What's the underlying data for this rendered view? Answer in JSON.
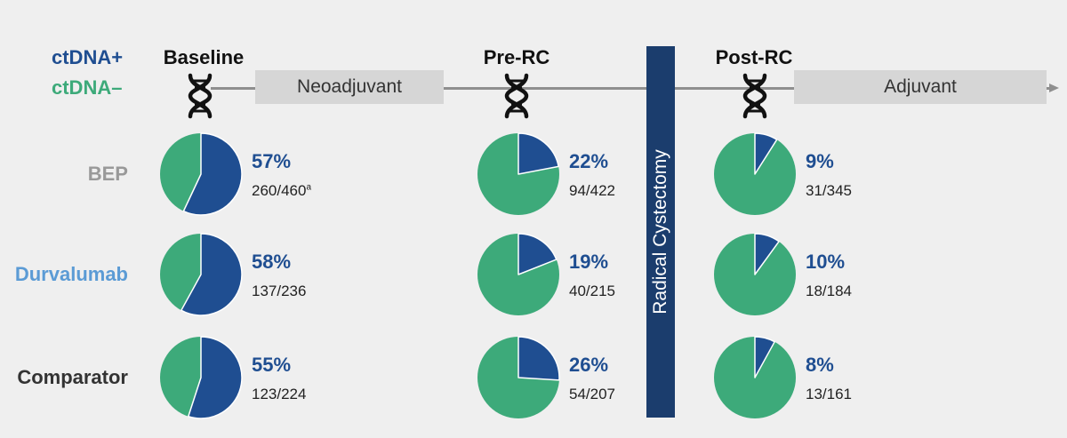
{
  "legend": {
    "positive": "ctDNA+",
    "negative": "ctDNA–",
    "positive_color": "#1f4e91",
    "negative_color": "#3daa7a"
  },
  "timeline": {
    "timepoints": [
      "Baseline",
      "Pre-RC",
      "Post-RC"
    ],
    "phases": [
      "Neoadjuvant",
      "Adjuvant"
    ],
    "surgery": "Radical Cystectomy",
    "icon": "dna-icon"
  },
  "chart_data": {
    "type": "pie",
    "title": "",
    "categories": [
      "Baseline",
      "Pre-RC",
      "Post-RC"
    ],
    "groups": [
      {
        "name": "BEP",
        "color": "#999999",
        "cells": [
          {
            "pct": "57%",
            "fraction": "260/460",
            "footnote": "a",
            "value": 57
          },
          {
            "pct": "22%",
            "fraction": "94/422",
            "footnote": "",
            "value": 22
          },
          {
            "pct": "9%",
            "fraction": "31/345",
            "footnote": "",
            "value": 9
          }
        ]
      },
      {
        "name": "Durvalumab",
        "color": "#5b9bd5",
        "cells": [
          {
            "pct": "58%",
            "fraction": "137/236",
            "footnote": "",
            "value": 58
          },
          {
            "pct": "19%",
            "fraction": "40/215",
            "footnote": "",
            "value": 19
          },
          {
            "pct": "10%",
            "fraction": "18/184",
            "footnote": "",
            "value": 10
          }
        ]
      },
      {
        "name": "Comparator",
        "color": "#333333",
        "cells": [
          {
            "pct": "55%",
            "fraction": "123/224",
            "footnote": "",
            "value": 55
          },
          {
            "pct": "26%",
            "fraction": "54/207",
            "footnote": "",
            "value": 26
          },
          {
            "pct": "8%",
            "fraction": "13/161",
            "footnote": "",
            "value": 8
          }
        ]
      }
    ]
  }
}
